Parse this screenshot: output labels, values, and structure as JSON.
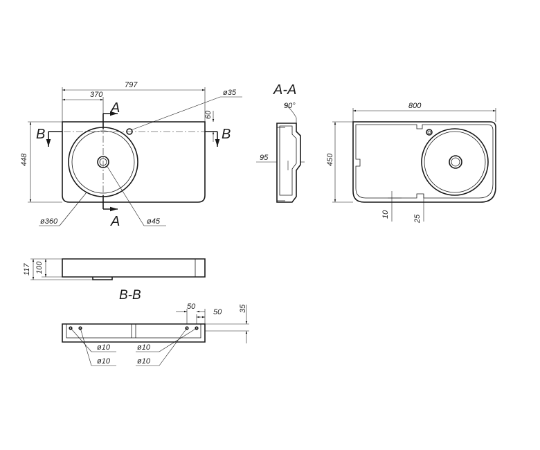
{
  "front_view": {
    "width_total": "797",
    "width_to_center": "370",
    "height": "448",
    "overflow_hole_dia": "ø35",
    "overflow_offset": "60",
    "bowl_dia": "ø360",
    "drain_dia": "ø45",
    "section_a_label": "A",
    "section_b_label": "B"
  },
  "section_aa": {
    "title": "A-A",
    "angle": "90°",
    "depth": "95"
  },
  "top_view": {
    "width": "800",
    "height": "450",
    "dim_10": "10",
    "dim_25": "25"
  },
  "side_view": {
    "height_total": "117",
    "height_body": "100"
  },
  "section_bb": {
    "title": "B-B",
    "spacing_1": "50",
    "spacing_2": "50",
    "height": "35",
    "hole_dia_1": "ø10",
    "hole_dia_2": "ø10",
    "hole_dia_3": "ø10",
    "hole_dia_4": "ø10"
  }
}
